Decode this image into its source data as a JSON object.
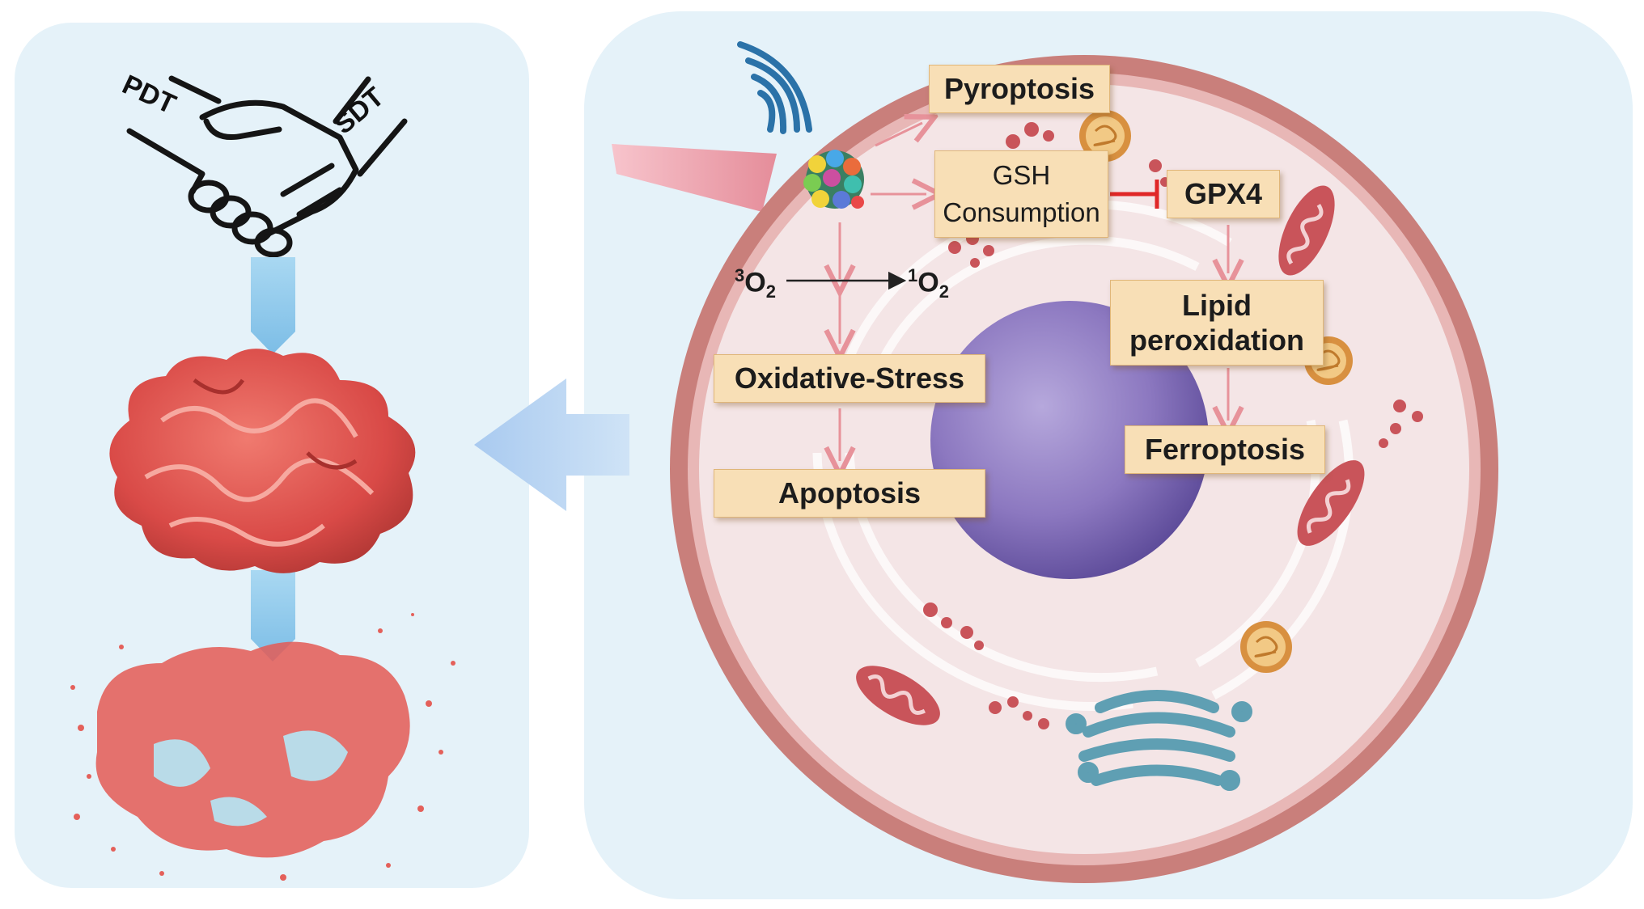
{
  "colors": {
    "panel_bg": "#e5f2f9",
    "cell_membrane": "#c97f7b",
    "cytoplasm": "#f4e5e6",
    "nucleus": "#8f7cc0",
    "box_fill": "#f8dfb6",
    "box_border": "#e0b679",
    "pink_arrow": "#e7929a",
    "inhibit_red": "#e02727",
    "flow_arrow_blue": "#9cd0ee",
    "tumor_red": "#d94a47"
  },
  "icons": [
    "handshake-icon",
    "ultrasound-wave-icon",
    "nanoparticle-icon",
    "mitochondria-icon",
    "lysosome-icon",
    "golgi-icon",
    "tumor-icon"
  ],
  "left_panel": {
    "pdt_label": "PDT",
    "sdt_label": "SDT"
  },
  "cell": {
    "pyroptosis": "Pyroptosis",
    "gsh_line1": "GSH",
    "gsh_line2": "Consumption",
    "gpx4": "GPX4",
    "lipid_line1": "Lipid",
    "lipid_line2": "peroxidation",
    "ferroptosis": "Ferroptosis",
    "oxidative_stress": "Oxidative-Stress",
    "apoptosis": "Apoptosis",
    "triplet_sup": "3",
    "triplet_base": "O",
    "triplet_sub": "2",
    "singlet_sup": "1",
    "singlet_base": "O",
    "singlet_sub": "2"
  }
}
